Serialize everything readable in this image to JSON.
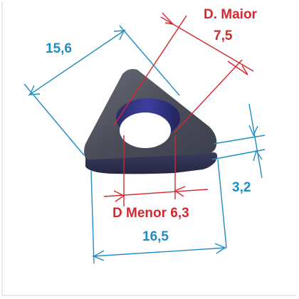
{
  "dimensions": {
    "width_label": "15,6",
    "major_title": "D. Maior",
    "major_value": "7,5",
    "thickness": "3,2",
    "minor_label": "D Menor 6,3",
    "length": "16,5"
  },
  "colors": {
    "dimension_blue": "#1f8dc3",
    "dimension_red": "#d4282f",
    "part_face": "#4a4e5b",
    "part_side": "#2d2f4a"
  }
}
